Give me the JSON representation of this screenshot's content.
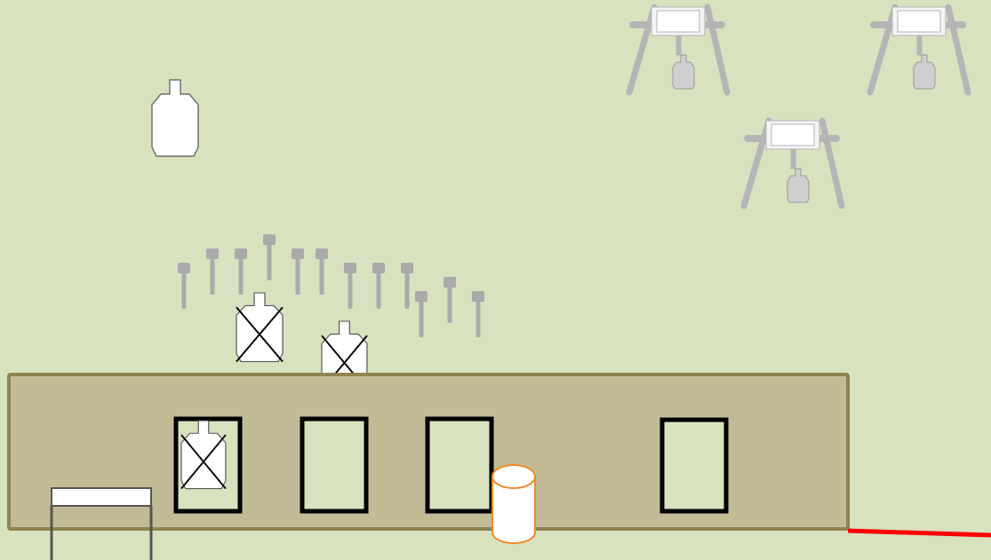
{
  "scene": {
    "background_color": "#d8e2bf",
    "wall_fill": "#c2bb96",
    "wall_stroke": "#8d8450",
    "window_stroke": "#000000",
    "target_fill": "#ffffff",
    "steel_target_fill": "#cfcfcf",
    "stand_color": "#b5b5b5",
    "pole_color": "#aaaaaa",
    "barrel_stroke": "#f08a2c",
    "fault_line_color": "#ff0000",
    "table_stroke": "#555555"
  },
  "elements": {
    "paper_targets": [
      {
        "name": "paper-target-shoot",
        "no_shoot": false
      },
      {
        "name": "paper-target-noshoot-1",
        "no_shoot": true
      },
      {
        "name": "paper-target-noshoot-2",
        "no_shoot": true
      },
      {
        "name": "paper-target-noshoot-window",
        "no_shoot": true
      }
    ],
    "steel_target_stands": 3,
    "plate_rack_poles": 12,
    "wall_windows": 4,
    "barrels": 1,
    "start_tables": 1,
    "fault_lines": 1
  }
}
